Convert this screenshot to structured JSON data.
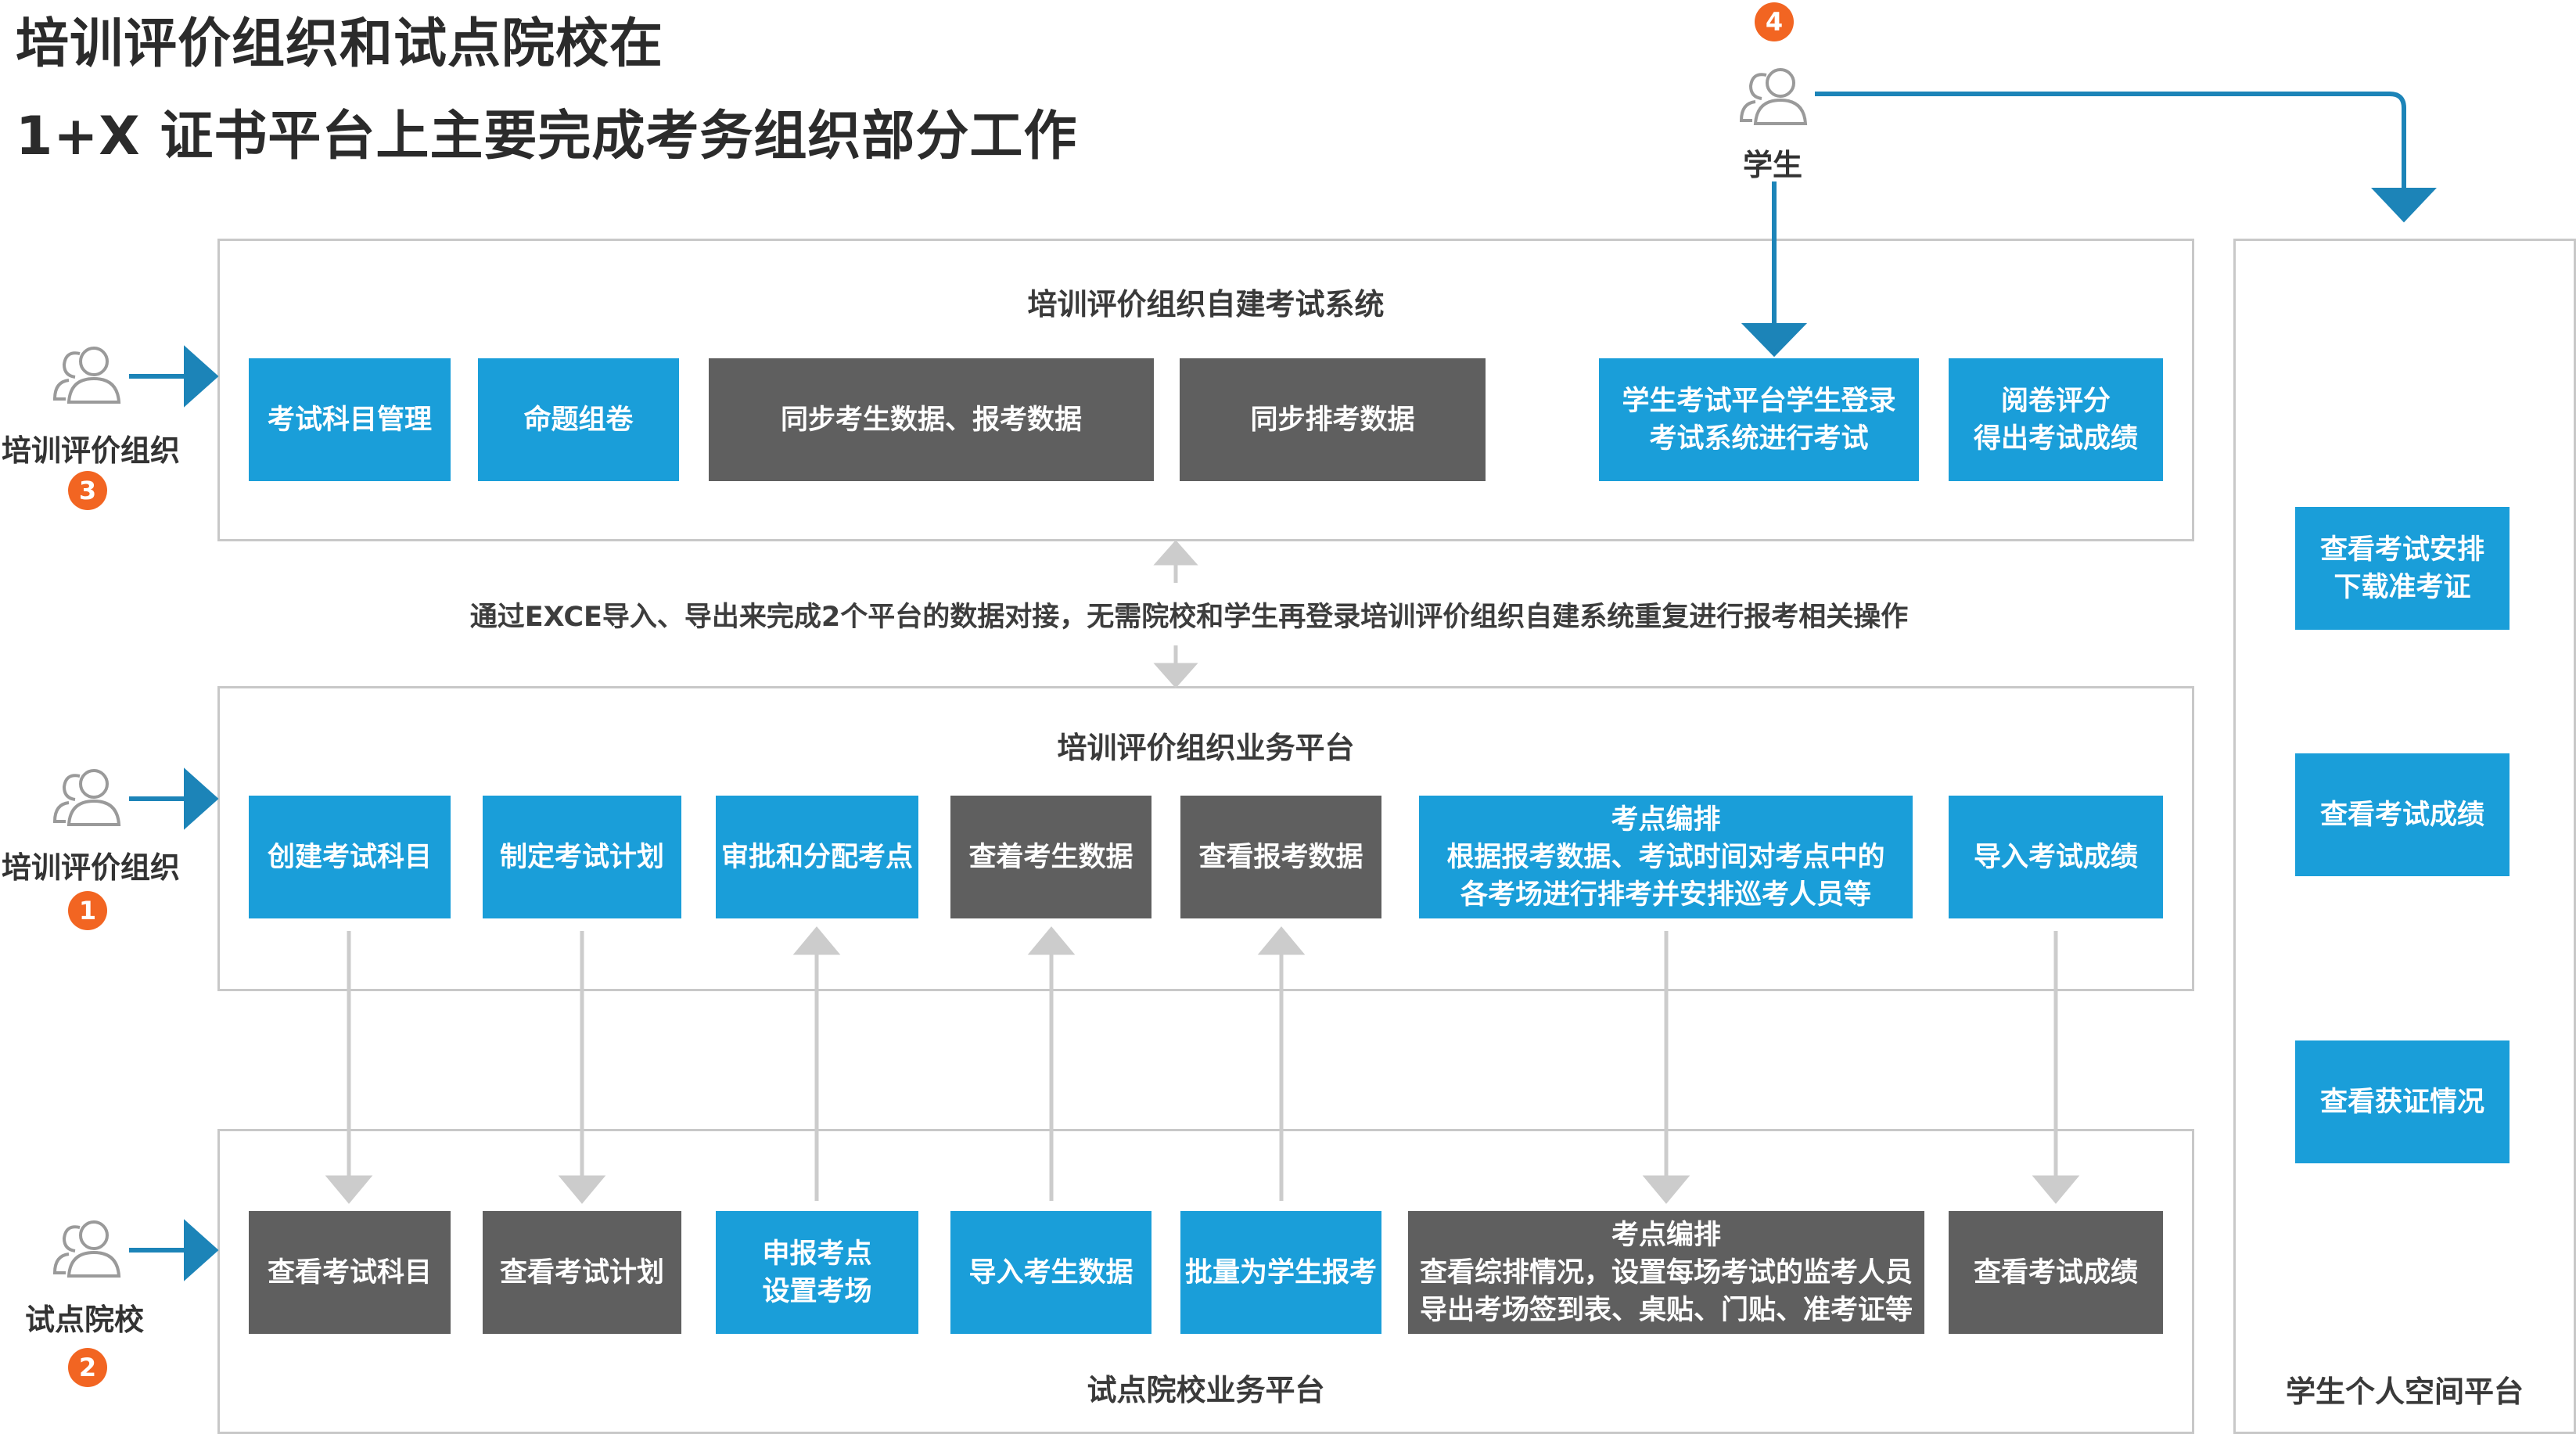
{
  "title": {
    "line1": "培训评价组织和试点院校在",
    "line2": "1+X 证书平台上主要完成考务组织部分工作"
  },
  "actors": {
    "top_student": {
      "label": "学生",
      "badge": "4",
      "icon": "person-group-icon"
    },
    "org_top": {
      "label": "培训评价组织",
      "badge": "3",
      "icon": "person-group-icon"
    },
    "org_mid": {
      "label": "培训评价组织",
      "badge": "1",
      "icon": "person-group-icon"
    },
    "school": {
      "label": "试点院校",
      "badge": "2",
      "icon": "person-group-icon"
    }
  },
  "top_platform": {
    "title": "培训评价组织自建考试系统",
    "boxes": [
      {
        "line1": "考试科目管理",
        "line2": "",
        "color": "blue"
      },
      {
        "line1": "命题组卷",
        "line2": "",
        "color": "blue"
      },
      {
        "line1": "同步考生数据、报考数据",
        "line2": "",
        "color": "gray"
      },
      {
        "line1": "同步排考数据",
        "line2": "",
        "color": "gray"
      },
      {
        "line1": "学生考试平台学生登录",
        "line2": "考试系统进行考试",
        "color": "blue"
      },
      {
        "line1": "阅卷评分",
        "line2": "得出考试成绩",
        "color": "blue"
      }
    ]
  },
  "middle_note": "通过EXCE导入、导出来完成2个平台的数据对接，无需院校和学生再登录培训评价组织自建系统重复进行报考相关操作",
  "middle_platform": {
    "title": "培训评价组织业务平台",
    "boxes": [
      {
        "line1": "创建考试科目",
        "line2": "",
        "line3": "",
        "color": "blue"
      },
      {
        "line1": "制定考试计划",
        "line2": "",
        "line3": "",
        "color": "blue"
      },
      {
        "line1": "审批和分配考点",
        "line2": "",
        "line3": "",
        "color": "blue"
      },
      {
        "line1": "查着考生数据",
        "line2": "",
        "line3": "",
        "color": "gray"
      },
      {
        "line1": "查看报考数据",
        "line2": "",
        "line3": "",
        "color": "gray"
      },
      {
        "line1": "考点编排",
        "line2": "根据报考数据、考试时间对考点中的",
        "line3": "各考场进行排考并安排巡考人员等",
        "color": "blue"
      },
      {
        "line1": "导入考试成绩",
        "line2": "",
        "line3": "",
        "color": "blue"
      }
    ]
  },
  "bottom_platform": {
    "title": "试点院校业务平台",
    "boxes": [
      {
        "line1": "查看考试科目",
        "line2": "",
        "line3": "",
        "color": "gray"
      },
      {
        "line1": "查看考试计划",
        "line2": "",
        "line3": "",
        "color": "gray"
      },
      {
        "line1": "申报考点",
        "line2": "设置考场",
        "line3": "",
        "color": "blue"
      },
      {
        "line1": "导入考生数据",
        "line2": "",
        "line3": "",
        "color": "blue"
      },
      {
        "line1": "批量为学生报考",
        "line2": "",
        "line3": "",
        "color": "blue"
      },
      {
        "line1": "考点编排",
        "line2": "查看综排情况，设置每场考试的监考人员",
        "line3": "导出考场签到表、桌贴、门贴、准考证等",
        "color": "gray"
      },
      {
        "line1": "查看考试成绩",
        "line2": "",
        "line3": "",
        "color": "gray"
      }
    ]
  },
  "student_platform": {
    "title": "学生个人空间平台",
    "boxes": [
      {
        "line1": "查看考试安排",
        "line2": "下载准考证"
      },
      {
        "line1": "查看考试成绩",
        "line2": ""
      },
      {
        "line1": "查看获证情况",
        "line2": ""
      }
    ]
  },
  "colors": {
    "blue": "#1a9ed9",
    "gray": "#5f5f5f",
    "arrow_blue": "#1c84b8",
    "arrow_gray": "#cccccc",
    "badge": "#f26522"
  }
}
